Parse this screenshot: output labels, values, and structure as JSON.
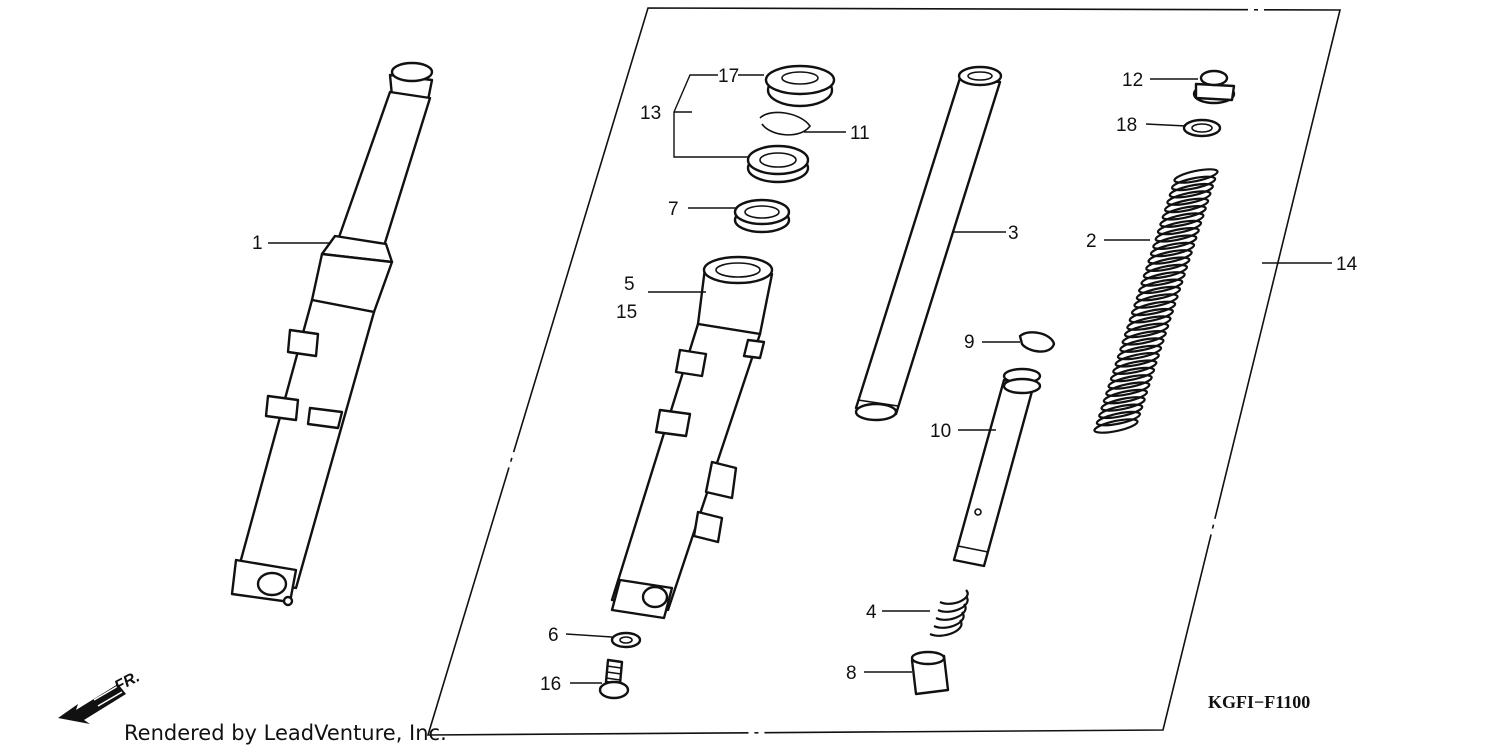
{
  "diagram": {
    "callouts": [
      {
        "id": "1",
        "label": "1"
      },
      {
        "id": "2",
        "label": "2"
      },
      {
        "id": "3",
        "label": "3"
      },
      {
        "id": "4",
        "label": "4"
      },
      {
        "id": "5",
        "label": "5"
      },
      {
        "id": "15",
        "label": "15"
      },
      {
        "id": "6",
        "label": "6"
      },
      {
        "id": "7",
        "label": "7"
      },
      {
        "id": "8",
        "label": "8"
      },
      {
        "id": "9",
        "label": "9"
      },
      {
        "id": "10",
        "label": "10"
      },
      {
        "id": "11",
        "label": "11"
      },
      {
        "id": "12",
        "label": "12"
      },
      {
        "id": "13",
        "label": "13"
      },
      {
        "id": "14",
        "label": "14"
      },
      {
        "id": "16",
        "label": "16"
      },
      {
        "id": "17",
        "label": "17"
      },
      {
        "id": "18",
        "label": "18"
      }
    ],
    "diagram_code": "KGFI−F1100",
    "direction_label": "FR.",
    "credit": "Rendered by LeadVenture, Inc."
  },
  "icons": {
    "direction_arrow": "front-direction-arrow-icon"
  }
}
